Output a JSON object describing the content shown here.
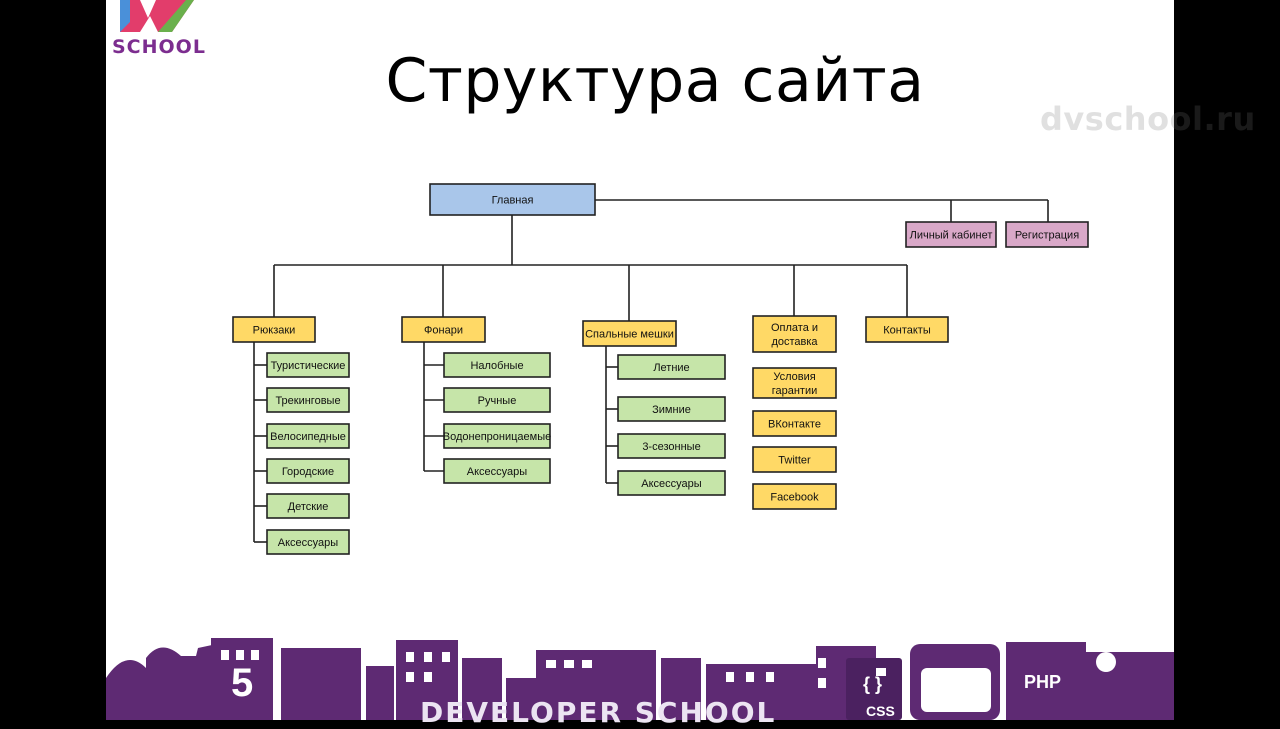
{
  "logo": {
    "text": "SCHOOL"
  },
  "title": "Структура сайта",
  "watermark": "dvschool.ru",
  "diagram": {
    "root": "Главная",
    "account": [
      "Личный кабинет",
      "Регистрация"
    ],
    "sections": [
      {
        "label": "Рюкзаки",
        "items": [
          "Туристические",
          "Трекинговые",
          "Велосипедные",
          "Городские",
          "Детские",
          "Аксессуары"
        ]
      },
      {
        "label": "Фонари",
        "items": [
          "Налобные",
          "Ручные",
          "Водонепроницаемые",
          "Аксессуары"
        ]
      },
      {
        "label": "Спальные мешки",
        "items": [
          "Летние",
          "Зимние",
          "3-сезонные",
          "Аксессуары"
        ]
      },
      {
        "label": "Оплата и доставка",
        "items": [
          "Условия гарантии",
          "ВКонтакте",
          "Twitter",
          "Facebook"
        ]
      },
      {
        "label": "Контакты",
        "items": []
      }
    ]
  },
  "footer": {
    "text": "DEVELOPER SCHOOL",
    "icons": {
      "html5": "5",
      "css": "CSS",
      "php": "PHP",
      "code": "</>",
      "braces": "{ }"
    }
  },
  "colors": {
    "root": "#a9c6ea",
    "account": "#d9a8c8",
    "section": "#ffd966",
    "item": "#c6e5a9",
    "border": "#222222",
    "brand": "#5e2a73"
  }
}
